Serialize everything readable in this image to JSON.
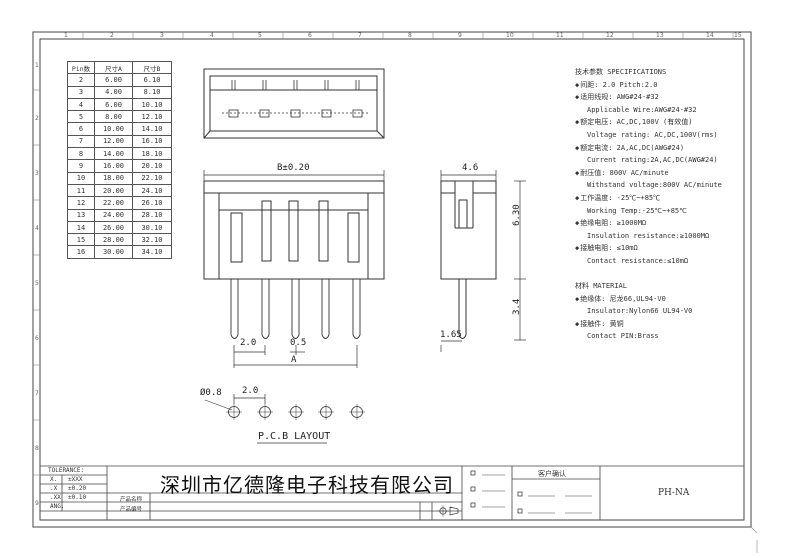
{
  "ruler": {
    "top": [
      "1",
      "2",
      "3",
      "4",
      "5",
      "6",
      "7",
      "8",
      "9",
      "10",
      "11",
      "12",
      "13",
      "14",
      "15"
    ],
    "left": [
      "1",
      "2",
      "3",
      "4",
      "5",
      "6",
      "7",
      "8",
      "9"
    ]
  },
  "pin_table": {
    "headers": [
      "Pin数",
      "尺寸A",
      "尺寸B"
    ],
    "rows": [
      [
        "2",
        "6.00",
        "6.10"
      ],
      [
        "3",
        "4.00",
        "8.10"
      ],
      [
        "4",
        "6.00",
        "10.10"
      ],
      [
        "5",
        "8.00",
        "12.10"
      ],
      [
        "6",
        "10.00",
        "14.10"
      ],
      [
        "7",
        "12.00",
        "16.10"
      ],
      [
        "8",
        "14.00",
        "18.10"
      ],
      [
        "9",
        "16.00",
        "20.10"
      ],
      [
        "10",
        "18.00",
        "22.10"
      ],
      [
        "11",
        "20.00",
        "24.10"
      ],
      [
        "12",
        "22.00",
        "26.10"
      ],
      [
        "13",
        "24.00",
        "28.10"
      ],
      [
        "14",
        "26.00",
        "30.10"
      ],
      [
        "15",
        "28.00",
        "32.10"
      ],
      [
        "16",
        "30.00",
        "34.10"
      ]
    ]
  },
  "dimensions": {
    "b_width": "B±0.20",
    "side_width": "4.6",
    "height": "6.30",
    "lead_length": "3.4",
    "lead_offset": "1.65",
    "pitch": "2.0",
    "pin_width": "0.5",
    "a_span": "A",
    "pcb_pitch": "2.0",
    "hole_dia": "Ø0.8",
    "pcb_layout_title": "P.C.B LAYOUT"
  },
  "specs": {
    "lines": [
      {
        "text": "技术参数  SPECIFICATIONS",
        "bullet": false,
        "indent": false
      },
      {
        "text": "间距: 2.0      Pitch:2.0",
        "bullet": true,
        "indent": false
      },
      {
        "text": "适用线规: AWG#24-#32",
        "bullet": true,
        "indent": false
      },
      {
        "text": "Applicable Wire:AWG#24-#32",
        "bullet": false,
        "indent": true
      },
      {
        "text": "额定电压: AC,DC,100V (有效值)",
        "bullet": true,
        "indent": false
      },
      {
        "text": "Voltage rating: AC,DC,100V(rms)",
        "bullet": false,
        "indent": true
      },
      {
        "text": "额定电流: 2A,AC,DC(AWG#24)",
        "bullet": true,
        "indent": false
      },
      {
        "text": "Current rating:2A,AC,DC(AWG#24)",
        "bullet": false,
        "indent": true
      },
      {
        "text": "耐压值: 800V AC/minute",
        "bullet": true,
        "indent": false
      },
      {
        "text": "Withstand voltage:800V AC/minute",
        "bullet": false,
        "indent": true
      },
      {
        "text": "工作温度: -25℃~+85℃",
        "bullet": true,
        "indent": false
      },
      {
        "text": "Working Temp:-25℃~+85℃",
        "bullet": false,
        "indent": true
      },
      {
        "text": "绝缘电阻: ≥1000MΩ",
        "bullet": true,
        "indent": false
      },
      {
        "text": "Insulation resistance:≥1000MΩ",
        "bullet": false,
        "indent": true
      },
      {
        "text": "接触电阻: ≤10mΩ",
        "bullet": true,
        "indent": false
      },
      {
        "text": "Contact resistance:≤10mΩ",
        "bullet": false,
        "indent": true
      },
      {
        "text": "",
        "bullet": false,
        "indent": false
      },
      {
        "text": "材料  MATERIAL",
        "bullet": false,
        "indent": false
      },
      {
        "text": "绝缘体: 尼龙66,UL94-V0",
        "bullet": true,
        "indent": false
      },
      {
        "text": "Insulator:Nylon66 UL94-V0",
        "bullet": false,
        "indent": true
      },
      {
        "text": "接触件: 黄铜",
        "bullet": true,
        "indent": false
      },
      {
        "text": "Contact PIN:Brass",
        "bullet": false,
        "indent": true
      }
    ]
  },
  "title_block": {
    "tolerance_label": "TOLERANCE:",
    "tol_rows": [
      {
        "k": "X.",
        "v": "±XXX"
      },
      {
        "k": ".X",
        "v": "±0.20"
      },
      {
        "k": ".XX",
        "v": "±0.10"
      },
      {
        "k": "ANG.",
        "v": ""
      }
    ],
    "company": "深圳市亿德隆电子科技有限公司",
    "customer_confirm": "客户确认",
    "part_no": "PH-NA",
    "label_a": "产品名称",
    "label_b": "产品编号"
  }
}
